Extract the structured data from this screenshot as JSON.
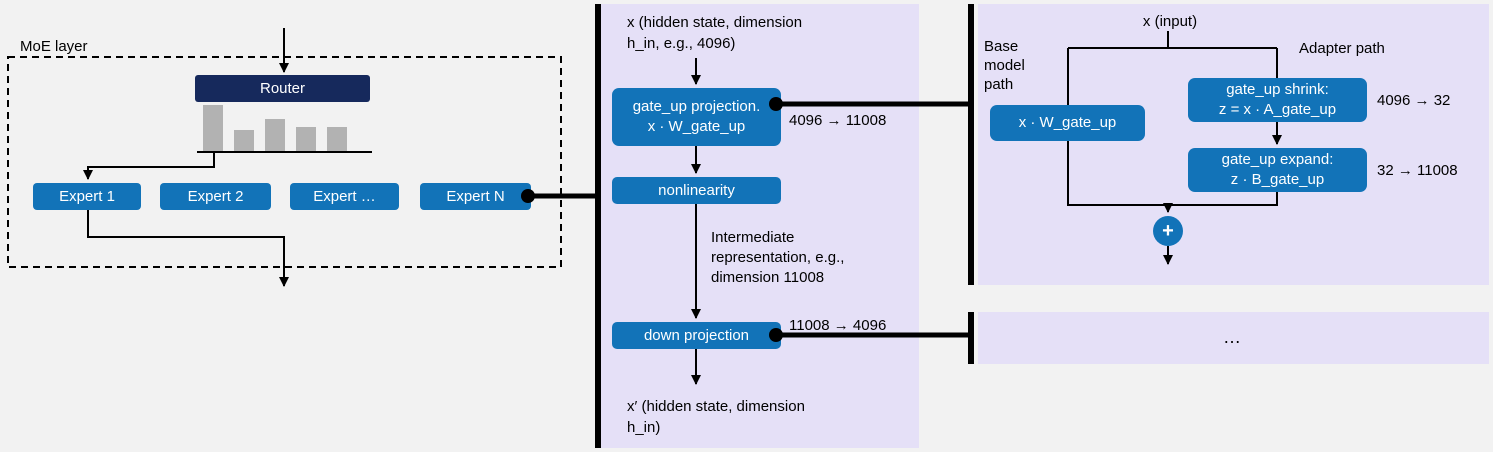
{
  "colors": {
    "background": "#f2f2f2",
    "panel_lavender": "#e5e0f7",
    "box_blue": "#1273b8",
    "router_navy": "#16295c",
    "bar_gray": "#b2b2b2",
    "line_black": "#000000"
  },
  "moe": {
    "label": "MoE layer",
    "router_label": "Router",
    "router_bars": [
      46,
      21,
      32,
      24,
      24
    ],
    "experts": [
      {
        "label": "Expert 1"
      },
      {
        "label": "Expert 2"
      },
      {
        "label": "Expert …"
      },
      {
        "label": "Expert N"
      }
    ]
  },
  "expert_detail": {
    "input_line1": "x  (hidden state, dimension",
    "input_line2": "h_in, e.g., 4096)",
    "gate_up_line1": "gate_up projection.",
    "gate_up_line2": "x · W_gate_up",
    "gate_up_dims": "4096 → 11008",
    "nonlinearity_label": "nonlinearity",
    "intermediate_line1": "Intermediate",
    "intermediate_line2": "representation, e.g.,",
    "intermediate_line3": "dimension 11008",
    "down_label": "down projection",
    "down_dims": "11008 → 4096",
    "output_line1": "x′  (hidden state, dimension",
    "output_line2": "h_in)"
  },
  "adapter_detail": {
    "input_label": "x  (input)",
    "base_path_line1": "Base",
    "base_path_line2": "model",
    "base_path_line3": "path",
    "adapter_path_label": "Adapter path",
    "base_box_label": "x · W_gate_up",
    "shrink_line1": "gate_up shrink:",
    "shrink_line2": "z = x · A_gate_up",
    "shrink_dims": "4096 → 32",
    "expand_line1": "gate_up expand:",
    "expand_line2": "z · B_gate_up",
    "expand_dims": "32 → 11008",
    "plus_label": "+"
  },
  "other_experts": {
    "ellipsis": "…"
  }
}
